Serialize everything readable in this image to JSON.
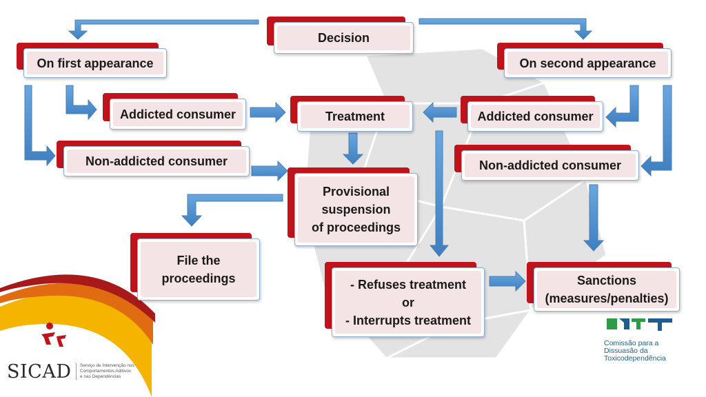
{
  "nodes": {
    "decision": "Decision",
    "first_appearance": "On first appearance",
    "second_appearance": "On second appearance",
    "addicted_left": "Addicted consumer",
    "treatment": "Treatment",
    "addicted_right": "Addicted consumer",
    "non_addicted_left": "Non-addicted  consumer",
    "non_addicted_right": "Non-addicted  consumer",
    "provisional": "Provisional\nsuspension\nof proceedings",
    "file": "File the\nproceedings",
    "refuses": "- Refuses treatment\nor\n- Interrupts treatment",
    "sanctions": "Sanctions\n(measures/penalties)"
  },
  "logos": {
    "sicad_name": "SICAD",
    "sicad_subtitle": "Serviço de Intervenção nos\nComportamentos Aditivos\ne nas Dependências",
    "cdt_text": "Comissão para a\nDissuasão da\nToxicodependência"
  },
  "colors": {
    "accent_red": "#c0131b",
    "arrow_blue": "#5b9bd5",
    "card_fill": "#f4e4e6"
  }
}
